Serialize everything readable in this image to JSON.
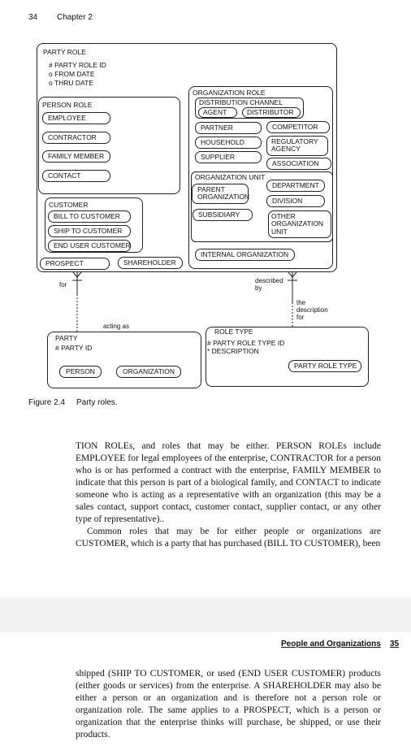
{
  "header": {
    "page_number": "34",
    "chapter": "Chapter 2"
  },
  "diagram": {
    "party_role": {
      "title": "PARTY ROLE",
      "attrs": [
        "# PARTY ROLE ID",
        "o FROM DATE",
        "o THRU DATE"
      ]
    },
    "person_role": {
      "title": "PERSON ROLE",
      "items": [
        "EMPLOYEE",
        "CONTRACTOR",
        "FAMILY MEMBER",
        "CONTACT"
      ]
    },
    "customer": {
      "title": "CUSTOMER",
      "items": [
        "BILL TO CUSTOMER",
        "SHIP TO CUSTOMER",
        "END USER CUSTOMER"
      ]
    },
    "prospect": "PROSPECT",
    "shareholder": "SHAREHOLDER",
    "organization_role": {
      "title": "ORGANIZATION ROLE",
      "distribution_channel": "DISTRIBUTION CHANNEL",
      "agent": "AGENT",
      "distributor": "DISTRIBUTOR",
      "partner": "PARTNER",
      "competitor": "COMPETITOR",
      "household": "HOUSEHOLD",
      "regulatory_agency": "REGULATORY AGENCY",
      "supplier": "SUPPLIER",
      "association": "ASSOCIATION",
      "organization_unit": "ORGANIZATION UNIT",
      "parent_organization": "PARENT ORGANIZATION",
      "department": "DEPARTMENT",
      "division": "DIVISION",
      "subsidiary": "SUBSIDIARY",
      "other_organization_unit": "OTHER ORGANIZATION UNIT",
      "internal_organization": "INTERNAL ORGANIZATION"
    },
    "rel_for": "for",
    "rel_acting_as": "acting as",
    "rel_described_by": "described by",
    "rel_the_description_for": "the description for",
    "party": {
      "title": "PARTY",
      "attr": "# PARTY ID",
      "person": "PERSON",
      "organization": "ORGANIZATION"
    },
    "role_type": {
      "title": "ROLE TYPE",
      "attrs": [
        "# PARTY ROLE TYPE ID",
        "* DESCRIPTION"
      ],
      "party_role_type": "PARTY ROLE TYPE"
    }
  },
  "caption": {
    "label": "Figure 2.4",
    "text": "Party roles."
  },
  "body_text_1": [
    "TION ROLEs, and roles that may be either. PERSON ROLEs include EMPLOYEE for legal employees of the enterprise, CONTRACTOR for a person who is or has performed a contract with the enterprise, FAMILY MEMBER to indicate that this person is part of a biological family, and CONTACT to indicate someone who is acting as a representative with an organization (this may be a sales contact, support contact, customer contact, supplier contact, or any other type of representative)..",
    "Common roles that may be for either people or organizations are CUSTOMER, which is a party that has purchased (BILL TO CUSTOMER), been"
  ],
  "footer_header": {
    "title": "People and Organizations",
    "page_number": "35"
  },
  "body_text_2": "shipped (SHIP TO CUSTOMER, or used (END USER CUSTOMER) products (either goods or services) from the enterprise. A SHAREHOLDER may also be either a person or an organization and is therefore not a person role or organization role. The same applies to a PROSPECT, which is a person or organization that the enterprise thinks will purchase, be shipped, or use their products."
}
